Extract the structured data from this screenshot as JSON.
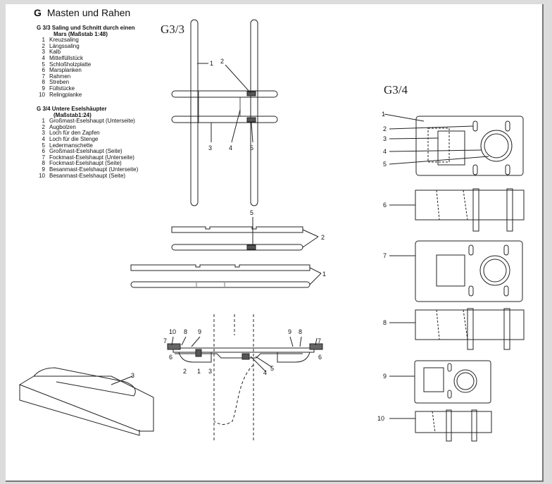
{
  "heading": {
    "letter": "G",
    "title": "Masten und Rahen"
  },
  "g33": {
    "title1": "G 3/3  Saling und Schnitt durch einen",
    "title2": "Mars (Maßstab 1:48)",
    "items": [
      {
        "n": "1",
        "label": "Kreuzsaling"
      },
      {
        "n": "2",
        "label": "Längssaling"
      },
      {
        "n": "3",
        "label": "Kalb"
      },
      {
        "n": "4",
        "label": "Mittelfüllstück"
      },
      {
        "n": "5",
        "label": "Schloßholzplatte"
      },
      {
        "n": "6",
        "label": "Marsplanken"
      },
      {
        "n": "7",
        "label": "Rahmen"
      },
      {
        "n": "8",
        "label": "Streben"
      },
      {
        "n": "9",
        "label": "Füllstücke"
      },
      {
        "n": "10",
        "label": "Relingplanke"
      }
    ]
  },
  "g34": {
    "title1": "G 3/4  Untere Eselshäupter",
    "title2": "(Maßstab1:24)",
    "items": [
      {
        "n": "1",
        "label": "Großmast-Eselshaupt (Unterseite)"
      },
      {
        "n": "2",
        "label": "Augbolzen"
      },
      {
        "n": "3",
        "label": "Loch für den Zapfen"
      },
      {
        "n": "4",
        "label": "Loch für die Stenge"
      },
      {
        "n": "5",
        "label": "Ledermanschette"
      },
      {
        "n": "6",
        "label": "Großmast-Eselshaupt (Seite)"
      },
      {
        "n": "7",
        "label": "Fockmast-Eselshaupt (Unterseite)"
      },
      {
        "n": "8",
        "label": "Fockmast-Eselshaupt (Seite)"
      },
      {
        "n": "9",
        "label": "Besanmast-Eselshaupt (Unterseite)"
      },
      {
        "n": "10",
        "label": "Besanmast-Eselshaupt (Seite)"
      }
    ]
  },
  "figures": {
    "g33_label": "G3/3",
    "g34_label": "G3/4"
  },
  "callouts": {
    "saling_top": [
      "1",
      "2",
      "3",
      "4",
      "5"
    ],
    "saling_side": [
      "5",
      "2",
      "1"
    ],
    "section": [
      "10",
      "8",
      "9",
      "7",
      "6",
      "2",
      "1",
      "3",
      "4",
      "5",
      "9",
      "8",
      "7",
      "6"
    ],
    "kalb": "3",
    "eselshaupt": [
      "1",
      "2",
      "3",
      "4",
      "5",
      "6",
      "7",
      "8",
      "9",
      "10"
    ]
  }
}
